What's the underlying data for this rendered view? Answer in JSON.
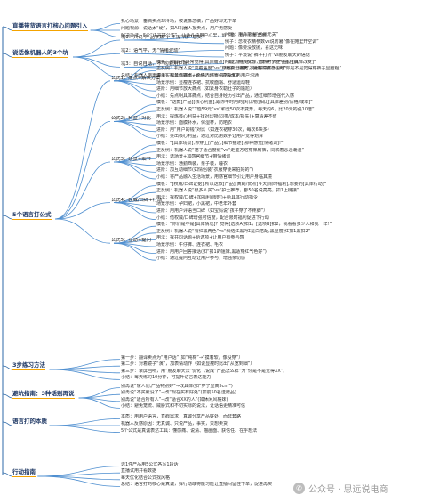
{
  "branches": [
    {
      "title": "直播带货语言打核心问题引入",
      "children": [
        {
          "title": "扎心场景：垂满卖点却冷场，被说像念稿，产品好却无下单"
        },
        {
          "title": "问题根源：说话太“硬”，如AI机器人报卖点，用户无感受"
        },
        {
          "title": "解决办法：5个“语言打公式”，让话孔语用户心里，留下单，新手也能套用"
        }
      ]
    },
    {
      "title": "说话像机器人的3个坑",
      "children": [
        {
          "title": "坑1：只说“产品参数”，不提“用户感受”",
          "children": [
            {
              "title": "问题：用户觉得“与我无关”"
            },
            {
              "title": "例子：念夜衣精参数vs说防暑“像在摊里开空调”"
            }
          ]
        },
        {
          "title": "坑2：语气平，无“情绪波动”",
          "children": [
            {
              "title": "问题：像要没放抛，喜这无味"
            },
            {
              "title": "例子：平淡说“裤子打折”vs朋友聊天的语话"
            }
          ]
        },
        {
          "title": "坑3：自说自话，不“勾着用户听”",
          "children": [
            {
              "title": "问题：用户反感，觉得“只在乎我挂税”"
            },
            {
              "title": "例子：硬推“衣服好洪买”vs问“你是不是觉得穿裤子显腿粗”"
            }
          ]
        },
        {
          "title": "总结：机器人倒重讲事实和单向输出，而语人注重讲感受和与用户沟通"
        }
      ]
    },
    {
      "title": "5个语言打公式",
      "children": [
        {
          "title": "公式1：痛点+解决方案",
          "children": [
            {
              "title": "模板：“你是不是常觉得[具体痛点]?我之前也这样，直到用了[产品]，[具体改变]”"
            },
            {
              "title": "正反例：机器人说“高覆盖度”vs“穿宿腰里拥宽，我用高腰遮住肉”"
            },
            {
              "title": "用法：找具体痛点+说自己经历+讲清改变"
            },
            {
              "title": "场景示例：显瘦连衣裙、抗敏面霜、舒适运动鞋"
            },
            {
              "title": "进阶：用细节放大痛点（如紧身衣勒肚子的尴尬）"
            },
            {
              "title": "小结：先点明具体痛点，结合自身经历引出产品，通过细节增强代入感"
            }
          ]
        },
        {
          "title": "公式2：利益+对比",
          "children": [
            {
              "title": "模板：“这款[产品][核心利益],跟你平时用的[对比物]相比[具体差别/价格/成本]”"
            },
            {
              "title": "正反例：机器人说“T恤59元”vs“和洗50次不变形，每天约6，比20元的强10倍”"
            },
            {
              "title": "用法：提炼核心利益+找对比物(同类/成本/损失)+算清差不值"
            },
            {
              "title": "场景示例：面膜补水，保湿杯，防晒衣"
            },
            {
              "title": "进阶：用“用户的钱”对比（如连衣裙穿30次，每次6块多）"
            },
            {
              "title": "小结：突出核心利益，通过对比用数字让用户觉得划算"
            }
          ]
        },
        {
          "title": "公式3：场景+细节",
          "children": [
            {
              "title": "模板：“[具体场景],你穿上[产品],[细节描述],那种感觉[情绪词]!”"
            },
            {
              "title": "正反例：机器人说“裙子适合度假”vs“走鉴方塔穿裸肩裤，同欢着恶恶潮湿”"
            },
            {
              "title": "用法：选场景+加感官细节+带情绪词"
            },
            {
              "title": "场景示例：通勤西装，亲子装，睡衣"
            },
            {
              "title": "进阶：加互动细节(如情侣装“衣服穿便来拍好的”)"
            },
            {
              "title": "小结：将产品融入生活场景，用感官细节引让用户身临其境"
            }
          ]
        },
        {
          "title": "公式4：权威/口碑+行动",
          "children": [
            {
              "title": "模板：“[权威/口碑证据],所以这款[产品][真的/优点]今天[限时福利],想要的[具体行动]”"
            },
            {
              "title": "正反例：机器人说“很多人买”vs“护士推荐，都50名说亮亮，扣1上链接”"
            },
            {
              "title": "用法：找权威/口碑+加福利(限时)+给具体行动指令"
            },
            {
              "title": "场景示例：孕妇裙，小黑裙，中老年外套"
            },
            {
              "title": "进阶：用用户评语当口碑（如宝妈说“孩子穿了不疼脚”）"
            },
            {
              "title": "小结：借权威/口碑增强可信度，配合限时福利促进下行动"
            }
          ]
        },
        {
          "title": "公式5：互动+提问",
          "children": [
            {
              "title": "模板：“你们是不是[具体情况]？觉得[选项A]扣1，[选项B]扣2，我看看多少人和我一样!”"
            },
            {
              "title": "正反例：机器人说“有红黑两色”vs“纠结红黑?红是白搭配,黑显瘦,红扣1黑扣2”"
            },
            {
              "title": "用法：找共同话题+给选项+让用户有参与感"
            },
            {
              "title": "场景示例：牛仔裤、连衣裙、毛衣"
            },
            {
              "title": "进阶：用用户回答接话(如“扣1的姐妹,黑适穿红气色好”)"
            },
            {
              "title": "小结：通过提问互动让用户参与，增强亲切感"
            }
          ]
        }
      ]
    },
    {
      "title": "3步练习方法",
      "children": [
        {
          "title": "第一步：翻译卖点为“用户话”（如“纯棉”→“摸着软，像没穿”）"
        },
        {
          "title": "第二步：对着镜子“演”，加表情动作（如说显瘦时比出“从宽到细”）"
        },
        {
          "title": "第三步：录屏回听，用“朋友聊天法”优化（说成“产品怎么样”为“你是不是觉得XX”）"
        },
        {
          "title": "小结：每天练习10分钟，可提升语言表达能力"
        }
      ]
    },
    {
      "title": "避坑指南：3种话别再说",
      "children": [
        {
          "title": "别再说“家人们,产品特别好”→改具体(如“穿了显高5cm”)"
        },
        {
          "title": "别再说“不买就没了”→改“现在买有好处”(如前50名送赠品)"
        },
        {
          "title": "别再说“适合所有人”→改“适合XX的人”(如休闲风格妹)"
        },
        {
          "title": "小结：避免笼统、威胁式和不切实际的说法，让话语更精准可信"
        }
      ]
    },
    {
      "title": "语言打的本质",
      "children": [
        {
          "title": "本质：用用户语言，直戳需求，真诚分享产品好处，而非套路"
        },
        {
          "title": "机器人反感原因：无真诚、只说产品，事实，只想卖货"
        },
        {
          "title": "5个公式是真诚表达工具：懂感痛、说清、描画面、获信任、在乎想法"
        }
      ]
    },
    {
      "title": "行动指南",
      "children": [
        {
          "title": "选1件产品用5公式各写1段话"
        },
        {
          "title": "直播试用并看数据"
        },
        {
          "title": "每天优化结合公式找风格"
        },
        {
          "title": "总结：语言打的核心是真诚，择行动敢将能习能让直播间留住下单，促进再买"
        }
      ]
    }
  ],
  "watermark": {
    "icon": "wechat-icon",
    "text": "公众号 · 思远说电商"
  }
}
